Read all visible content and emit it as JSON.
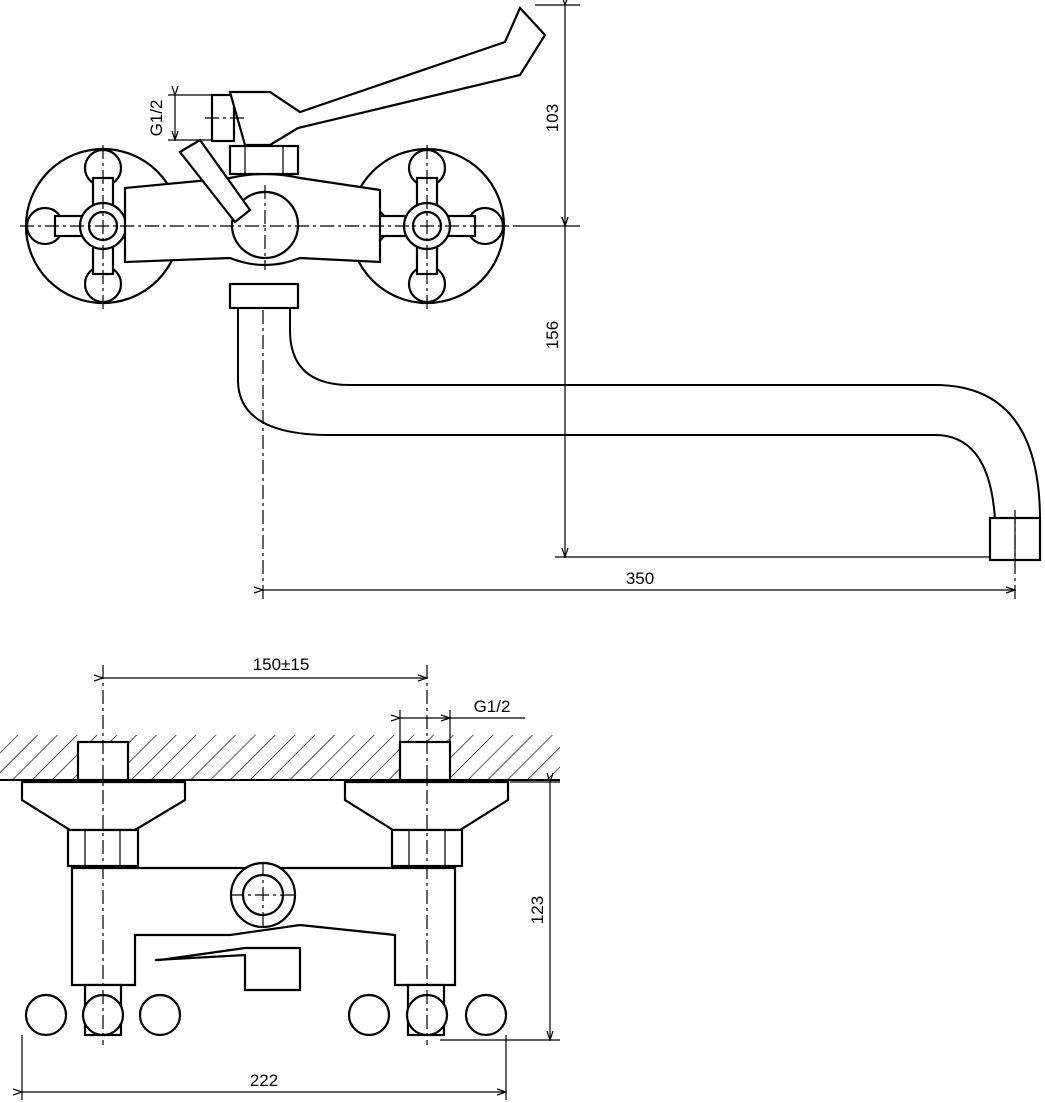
{
  "top_view": {
    "dim_height_upper": "103",
    "dim_height_lower": "156",
    "dim_reach": "350",
    "thread_label": "G1/2"
  },
  "bottom_view": {
    "dim_centers": "150±15",
    "thread_label": "G1/2",
    "dim_depth": "123",
    "dim_width": "222"
  }
}
